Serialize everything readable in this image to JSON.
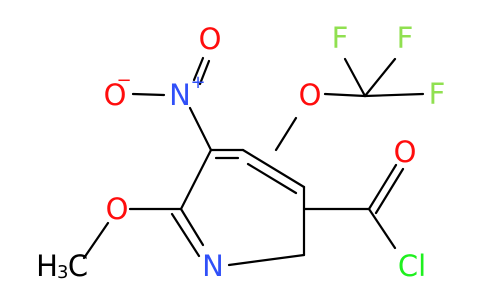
{
  "colors": {
    "bond": "#000000",
    "nitrogen": "#3050F8",
    "oxygen": "#FF0D0D",
    "fluorine": "#90E050",
    "chlorine": "#1FF01F",
    "carbon": "#000000"
  },
  "atoms": {
    "n_ring": "N",
    "n_nitro": "N",
    "nitro_charge": "+",
    "o_nitro_top": "O",
    "o_nitro_left": "O",
    "o_nitro_left_charge": "−",
    "o_ether": "O",
    "f1": "F",
    "f2": "F",
    "f3": "F",
    "o_methoxy": "O",
    "methyl_h": "H",
    "methyl_sub": "3",
    "methyl_c": "C",
    "o_carbonyl": "O",
    "cl": "Cl"
  }
}
